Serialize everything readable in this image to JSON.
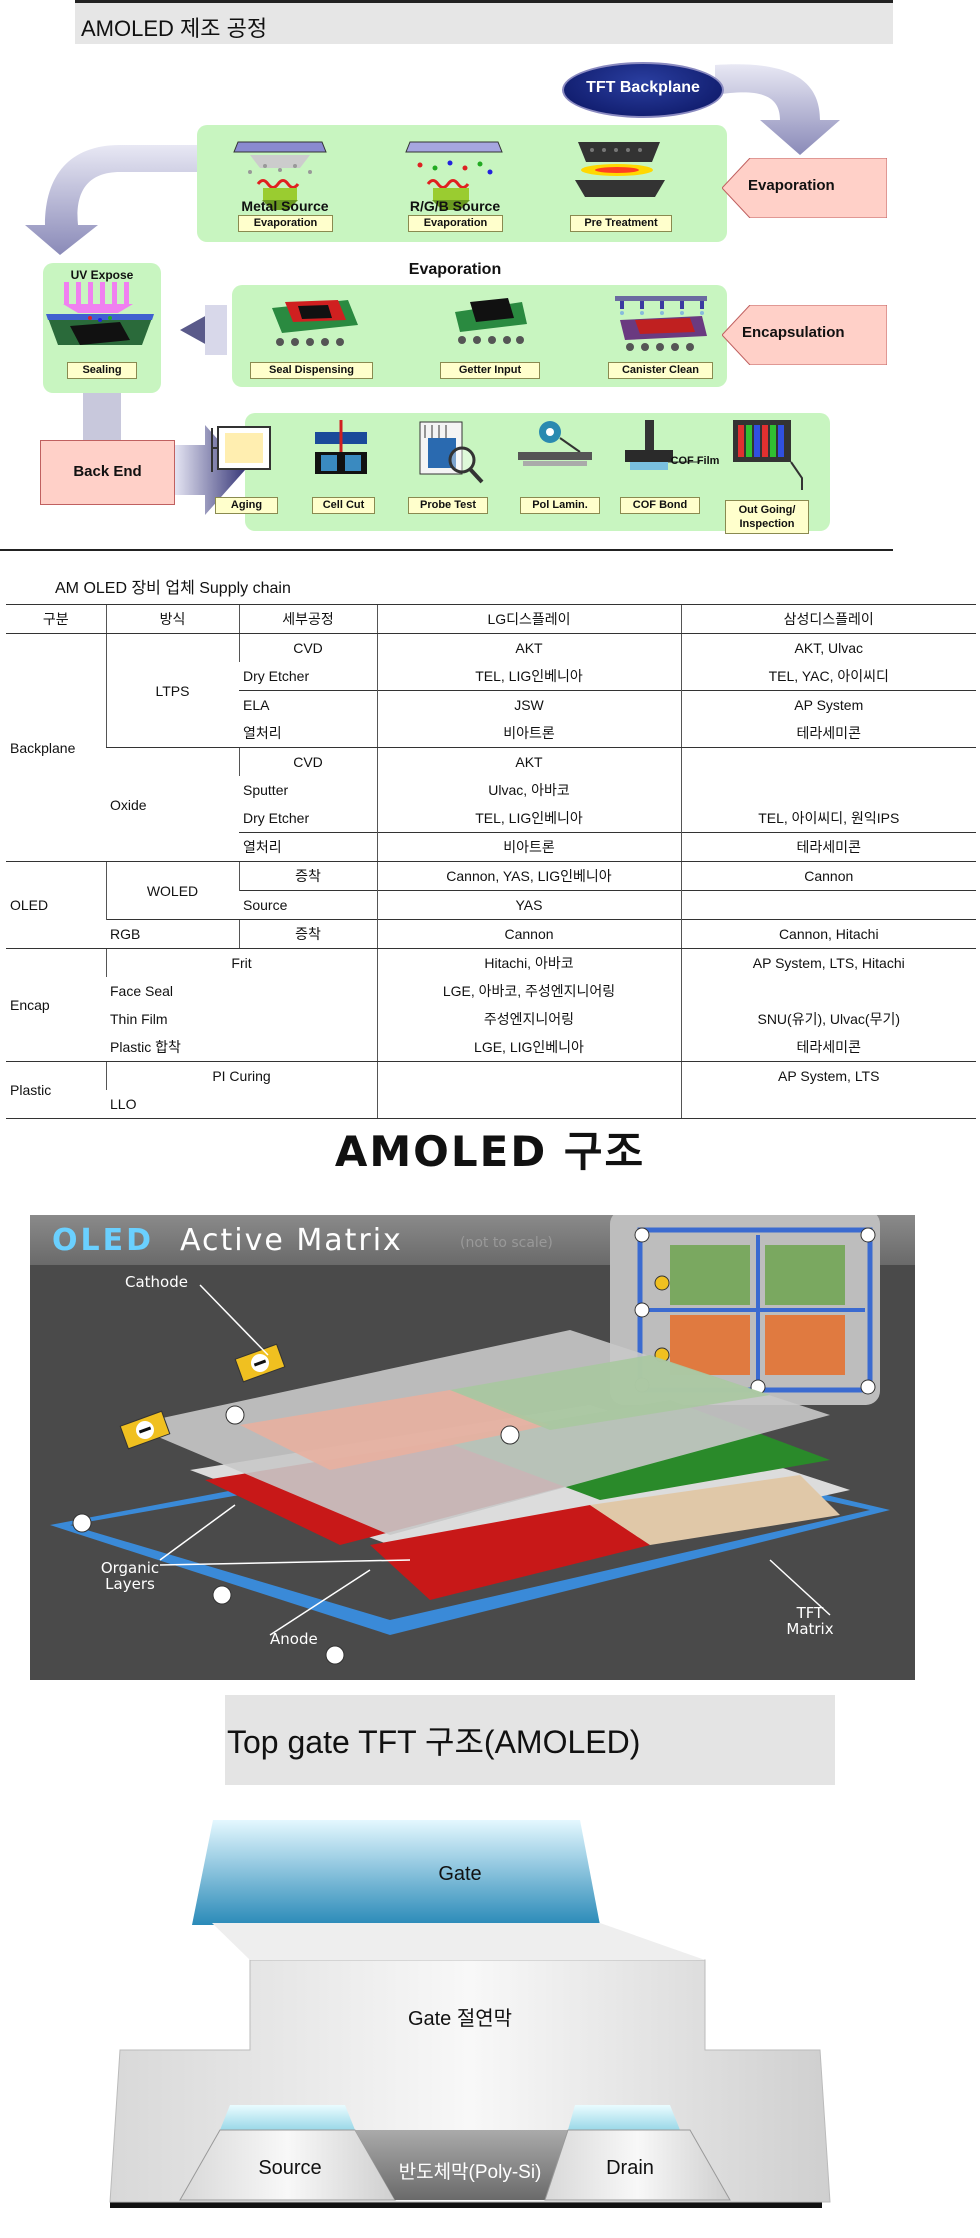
{
  "process": {
    "title": "AMOLED 제조 공정",
    "tft_backplane": "TFT Backplane",
    "evaporation_arrow": "Evaporation",
    "encapsulation_arrow": "Encapsulation",
    "back_end": "Back End",
    "uv_expose": "UV Expose",
    "sealing": "Sealing",
    "evaporation_heading": "Evaporation",
    "row1": [
      {
        "name": "Metal Source",
        "label": "Evaporation"
      },
      {
        "name": "R/G/B Source",
        "label": "Evaporation"
      },
      {
        "name": "",
        "label": "Pre Treatment"
      }
    ],
    "row2": [
      "Seal Dispensing",
      "Getter Input",
      "Canister Clean"
    ],
    "row3": [
      "Aging",
      "Cell Cut",
      "Probe Test",
      "Pol Lamin.",
      "COF Bond",
      "Out Going/ Inspection"
    ],
    "cof_film": "COF Film"
  },
  "supply_chain": {
    "title": "AM OLED 장비 업체 Supply chain",
    "headers": [
      "구분",
      "방식",
      "세부공정",
      "LG디스플레이",
      "삼성디스플레이"
    ],
    "backplane": "Backplane",
    "ltps": "LTPS",
    "oxide": "Oxide",
    "oled": "OLED",
    "woled": "WOLED",
    "rgb": "RGB",
    "encap": "Encap",
    "plastic": "Plastic",
    "rows": [
      [
        "CVD",
        "AKT",
        "AKT, Ulvac"
      ],
      [
        "Dry Etcher",
        "TEL, LIG인베니아",
        "TEL, YAC, 아이씨디"
      ],
      [
        "ELA",
        "JSW",
        "AP System"
      ],
      [
        "열처리",
        "비아트론",
        "테라세미콘"
      ],
      [
        "CVD",
        "AKT",
        ""
      ],
      [
        "Sputter",
        "Ulvac, 아바코",
        ""
      ],
      [
        "Dry Etcher",
        "TEL, LIG인베니아",
        "TEL, 아이씨디, 원익IPS"
      ],
      [
        "열처리",
        "비아트론",
        "테라세미콘"
      ],
      [
        "증착",
        "Cannon, YAS, LIG인베니아",
        "Cannon"
      ],
      [
        "Source",
        "YAS",
        ""
      ],
      [
        "증착",
        "Cannon",
        "Cannon, Hitachi"
      ],
      [
        "Frit",
        "Hitachi, 아바코",
        "AP System, LTS, Hitachi"
      ],
      [
        "Face Seal",
        "LGE, 아바코, 주성엔지니어링",
        ""
      ],
      [
        "Thin Film",
        "주성엔지니어링",
        "SNU(유기), Ulvac(무기)"
      ],
      [
        "Plastic 합착",
        "LGE, LIG인베니아",
        "테라세미콘"
      ],
      [
        "PI Curing",
        "",
        "AP System, LTS"
      ],
      [
        "LLO",
        "",
        ""
      ]
    ]
  },
  "structure": {
    "title": "AMOLED 구조",
    "banner_bold": "OLED",
    "banner_rest": "Active Matrix",
    "banner_note": "(not to scale)",
    "cathode": "Cathode",
    "organic_layers": "Organic Layers",
    "anode": "Anode",
    "tft_matrix": "TFT Matrix"
  },
  "tft": {
    "title": "Top gate TFT 구조(AMOLED)",
    "gate": "Gate",
    "gate_insulator": "Gate 절연막",
    "source": "Source",
    "semiconductor": "반도체막(Poly-Si)",
    "drain": "Drain"
  }
}
